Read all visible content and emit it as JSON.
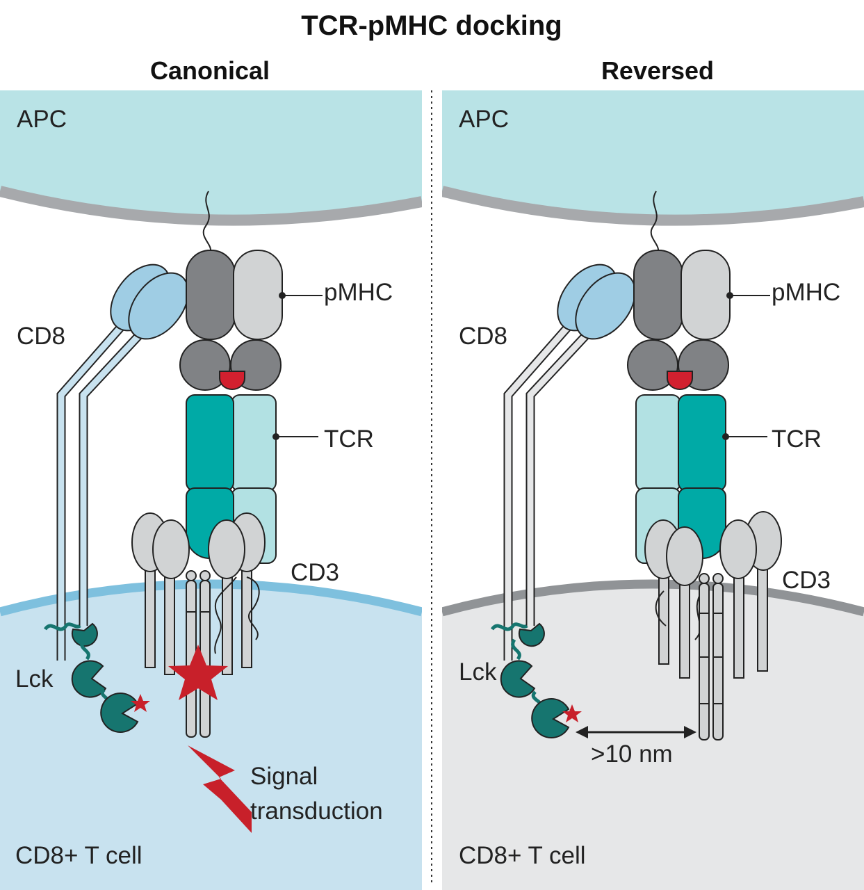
{
  "title": "TCR-pMHC docking",
  "panels": [
    {
      "heading": "Canonical",
      "labels": {
        "apc": "APC",
        "cd8": "CD8",
        "pmhc": "pMHC",
        "tcr": "TCR",
        "cd3": "CD3",
        "lck": "Lck",
        "cell": "CD8+ T cell",
        "signal_line1": "Signal",
        "signal_line2": "transduction"
      }
    },
    {
      "heading": "Reversed",
      "labels": {
        "apc": "APC",
        "cd8": "CD8",
        "pmhc": "pMHC",
        "tcr": "TCR",
        "cd3": "CD3",
        "lck": "Lck",
        "cell": "CD8+ T cell",
        "distance": ">10 nm"
      }
    }
  ],
  "colors": {
    "apc_fill": "#b9e3e6",
    "apc_membrane": "#a7a9ac",
    "tcell_canonical_fill": "#c8e2ef",
    "tcell_canonical_membrane": "#7ec0de",
    "tcell_reversed_fill": "#e6e7e8",
    "tcell_reversed_membrane": "#909396",
    "mhc_dark": "#808285",
    "mhc_light": "#d1d3d4",
    "peptide": "#d2202f",
    "tcr_dark": "#00aaa6",
    "tcr_light": "#b2e1e3",
    "cd8": "#9fcde4",
    "lck": "#16756f",
    "star": "#c8202a"
  }
}
